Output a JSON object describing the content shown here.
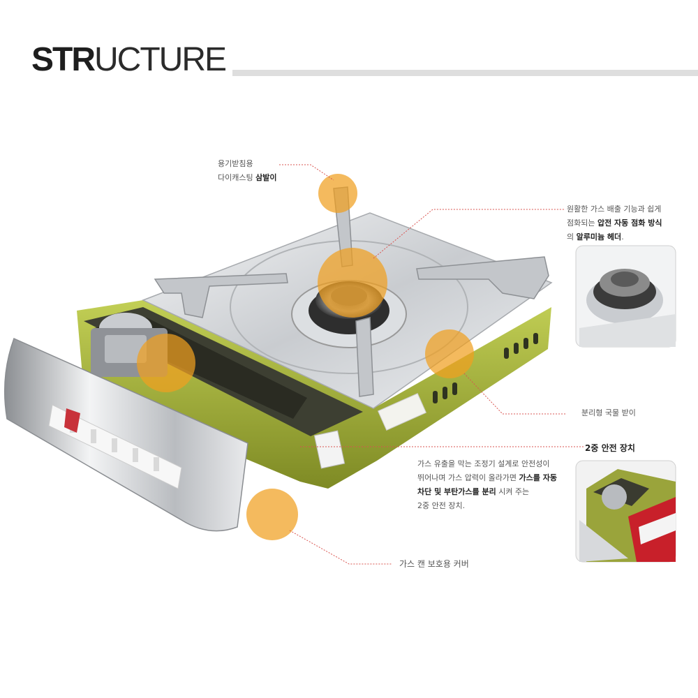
{
  "header": {
    "title_bold": "STR",
    "title_rest": "UCTURE"
  },
  "callouts": {
    "tripod": {
      "line1": "용기받침용",
      "line2_normal": "다이캐스팅 ",
      "line2_bold": "삼발이"
    },
    "burner": {
      "line1": "원활한 가스 배출 기능과 쉽게",
      "line2_normal": "점화되는 ",
      "line2_bold": "압전 자동 점화 방식",
      "line3_normal": "의 ",
      "line3_bold": "알루미늄 헤더",
      "line3_end": "."
    },
    "tray": {
      "text": "분리형 국물 받이"
    },
    "safety": {
      "heading": "2중 안전 장치",
      "line1": "가스 유출을 막는 조정기 설계로 안전성이",
      "line2_normal": "뛰어나며 가스 압력이 올라가면 ",
      "line2_bold": "가스를 자동",
      "line3_bold1": "차단 및 부탄가스를 분리",
      "line3_normal": " 시켜 주는",
      "line4": "2중 안전 장치."
    },
    "cover": {
      "text": "가스 캔 보호용 커버"
    }
  },
  "colors": {
    "body_green": "#a9b83e",
    "highlight_orange": "#f0a020",
    "leader_line": "#d9534f",
    "steel": "#d0d3d6"
  }
}
